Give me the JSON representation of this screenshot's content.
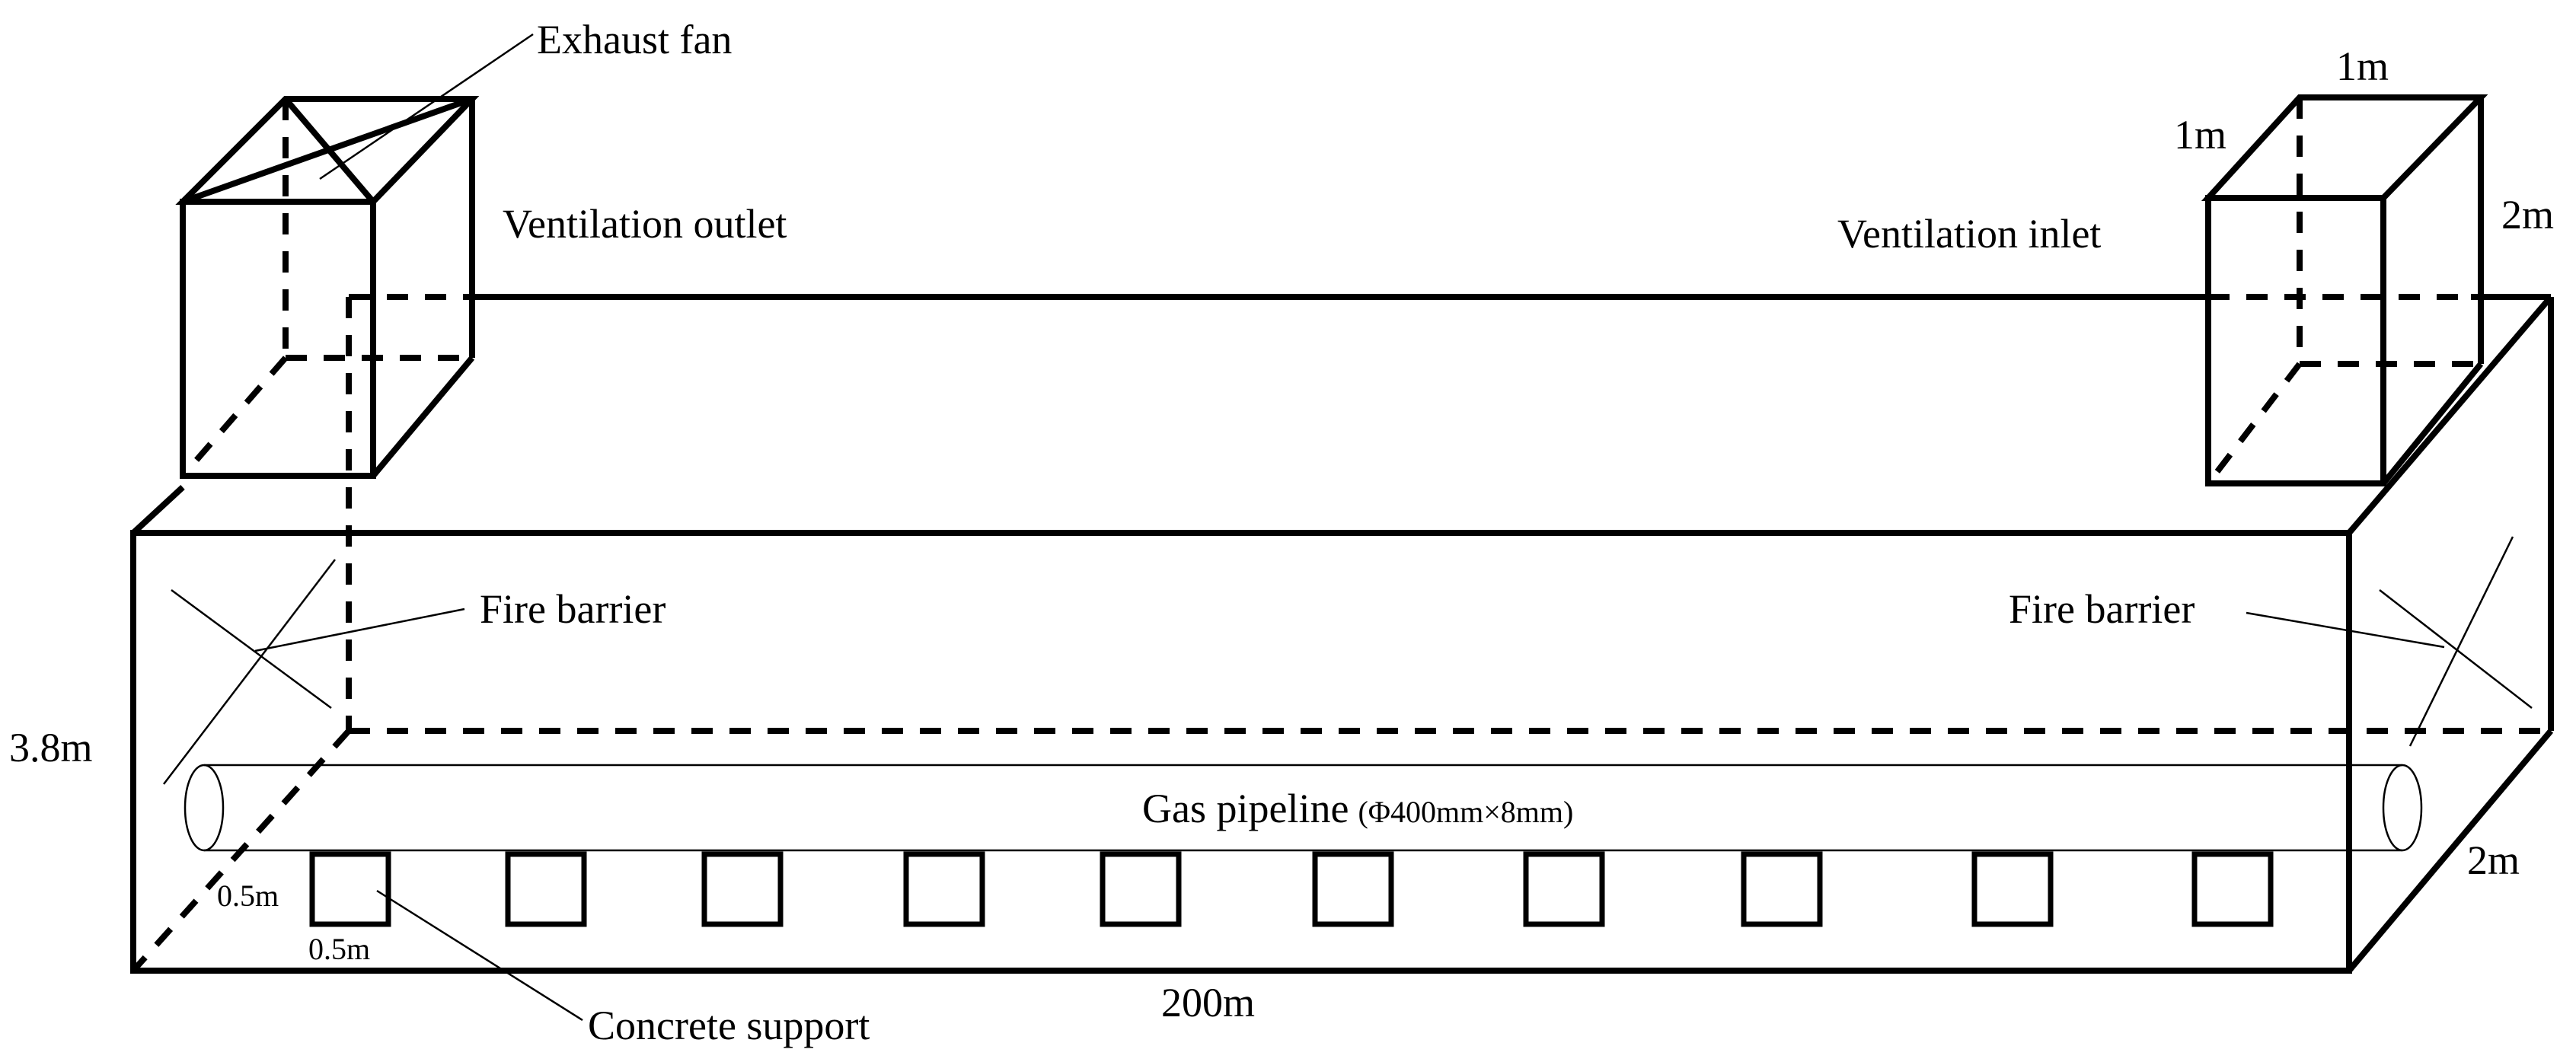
{
  "diagram": {
    "labels": {
      "exhaust_fan": "Exhaust fan",
      "ventilation_outlet": "Ventilation outlet",
      "ventilation_inlet": "Ventilation inlet",
      "fire_barrier_left": "Fire barrier",
      "fire_barrier_right": "Fire barrier",
      "gas_pipeline": "Gas pipeline",
      "gas_pipeline_spec": "(Φ400mm×8mm)",
      "concrete_support": "Concrete support"
    },
    "dimensions": {
      "tunnel_height": "3.8m",
      "tunnel_length": "200m",
      "tunnel_width": "2m",
      "shaft_width_top": "1m",
      "shaft_depth": "1m",
      "shaft_height": "2m",
      "support_height": "0.5m",
      "support_width": "0.5m"
    },
    "support_count": 10,
    "line_color": "#000000",
    "background_color": "#ffffff"
  }
}
